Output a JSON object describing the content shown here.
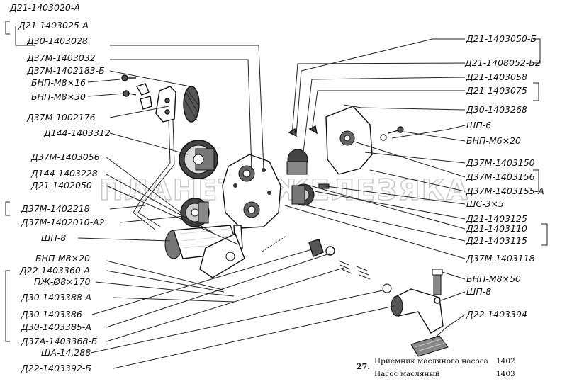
{
  "watermark": "ПЛАНЕТА ЖЕЛЕЗЯКА",
  "caption": {
    "figure_number": "27.",
    "lines": [
      {
        "title": "Приемник масляного насоса",
        "code": "1402"
      },
      {
        "title": "Насос масляный",
        "code": "1403"
      }
    ]
  },
  "labels_left": [
    "Д21-1403020-А",
    "Д21-1403025-А",
    "Д30-1403028",
    "Д37М-1403032",
    "Д37М-1402183-Б",
    "БНП-М8×16",
    "БНП-М8×30",
    "Д37М-1002176",
    "Д144-1403312",
    "Д37М-1403056",
    "Д144-1403228",
    "Д21-1402050",
    "Д37М-1402218",
    "Д37М-1402010-А2",
    "ШП-8",
    "БНП-М8×20",
    "Д22-1403360-А",
    "ПЖ-Ø8×170",
    "Д30-1403388-А",
    "Д30-1403386",
    "Д30-1403385-А",
    "Д37А-1403368-Б",
    "ША-14,288",
    "Д22-1403392-Б"
  ],
  "labels_right": [
    "Д21-1403050-Б",
    "Д21-1408052-Б2",
    "Д21-1403058",
    "Д21-1403075",
    "Д30-1403268",
    "ШП-6",
    "БНП-М6×20",
    "Д37М-1403150",
    "Д37М-1403156",
    "Д37М-1403155-А",
    "ШС-3×5",
    "Д21-1403125",
    "Д21-1403110",
    "Д21-1403115",
    "Д37М-1403118",
    "БНП-М8×50",
    "ШП-8",
    "Д22-1403394"
  ]
}
